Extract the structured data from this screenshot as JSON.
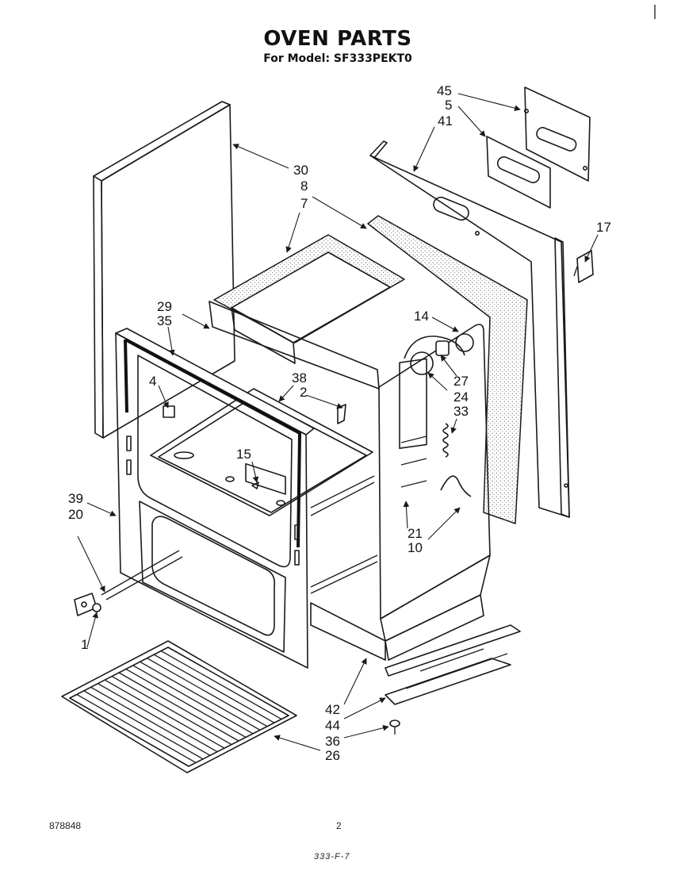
{
  "header": {
    "title": "OVEN PARTS",
    "subtitle": "For Model: SF333PEKT0"
  },
  "footer": {
    "doc_number": "878848",
    "page_number": "2",
    "code": "333-F-7"
  },
  "callouts": {
    "c45": "45",
    "c5": "5",
    "c41": "41",
    "c30": "30",
    "c8": "8",
    "c7": "7",
    "c17": "17",
    "c29": "29",
    "c35": "35",
    "c14": "14",
    "c4": "4",
    "c38": "38",
    "c2": "2",
    "c27": "27",
    "c24": "24",
    "c33": "33",
    "c15": "15",
    "c39": "39",
    "c20": "20",
    "c21": "21",
    "c10": "10",
    "c1": "1",
    "c42": "42",
    "c44": "44",
    "c36": "36",
    "c26": "26"
  }
}
